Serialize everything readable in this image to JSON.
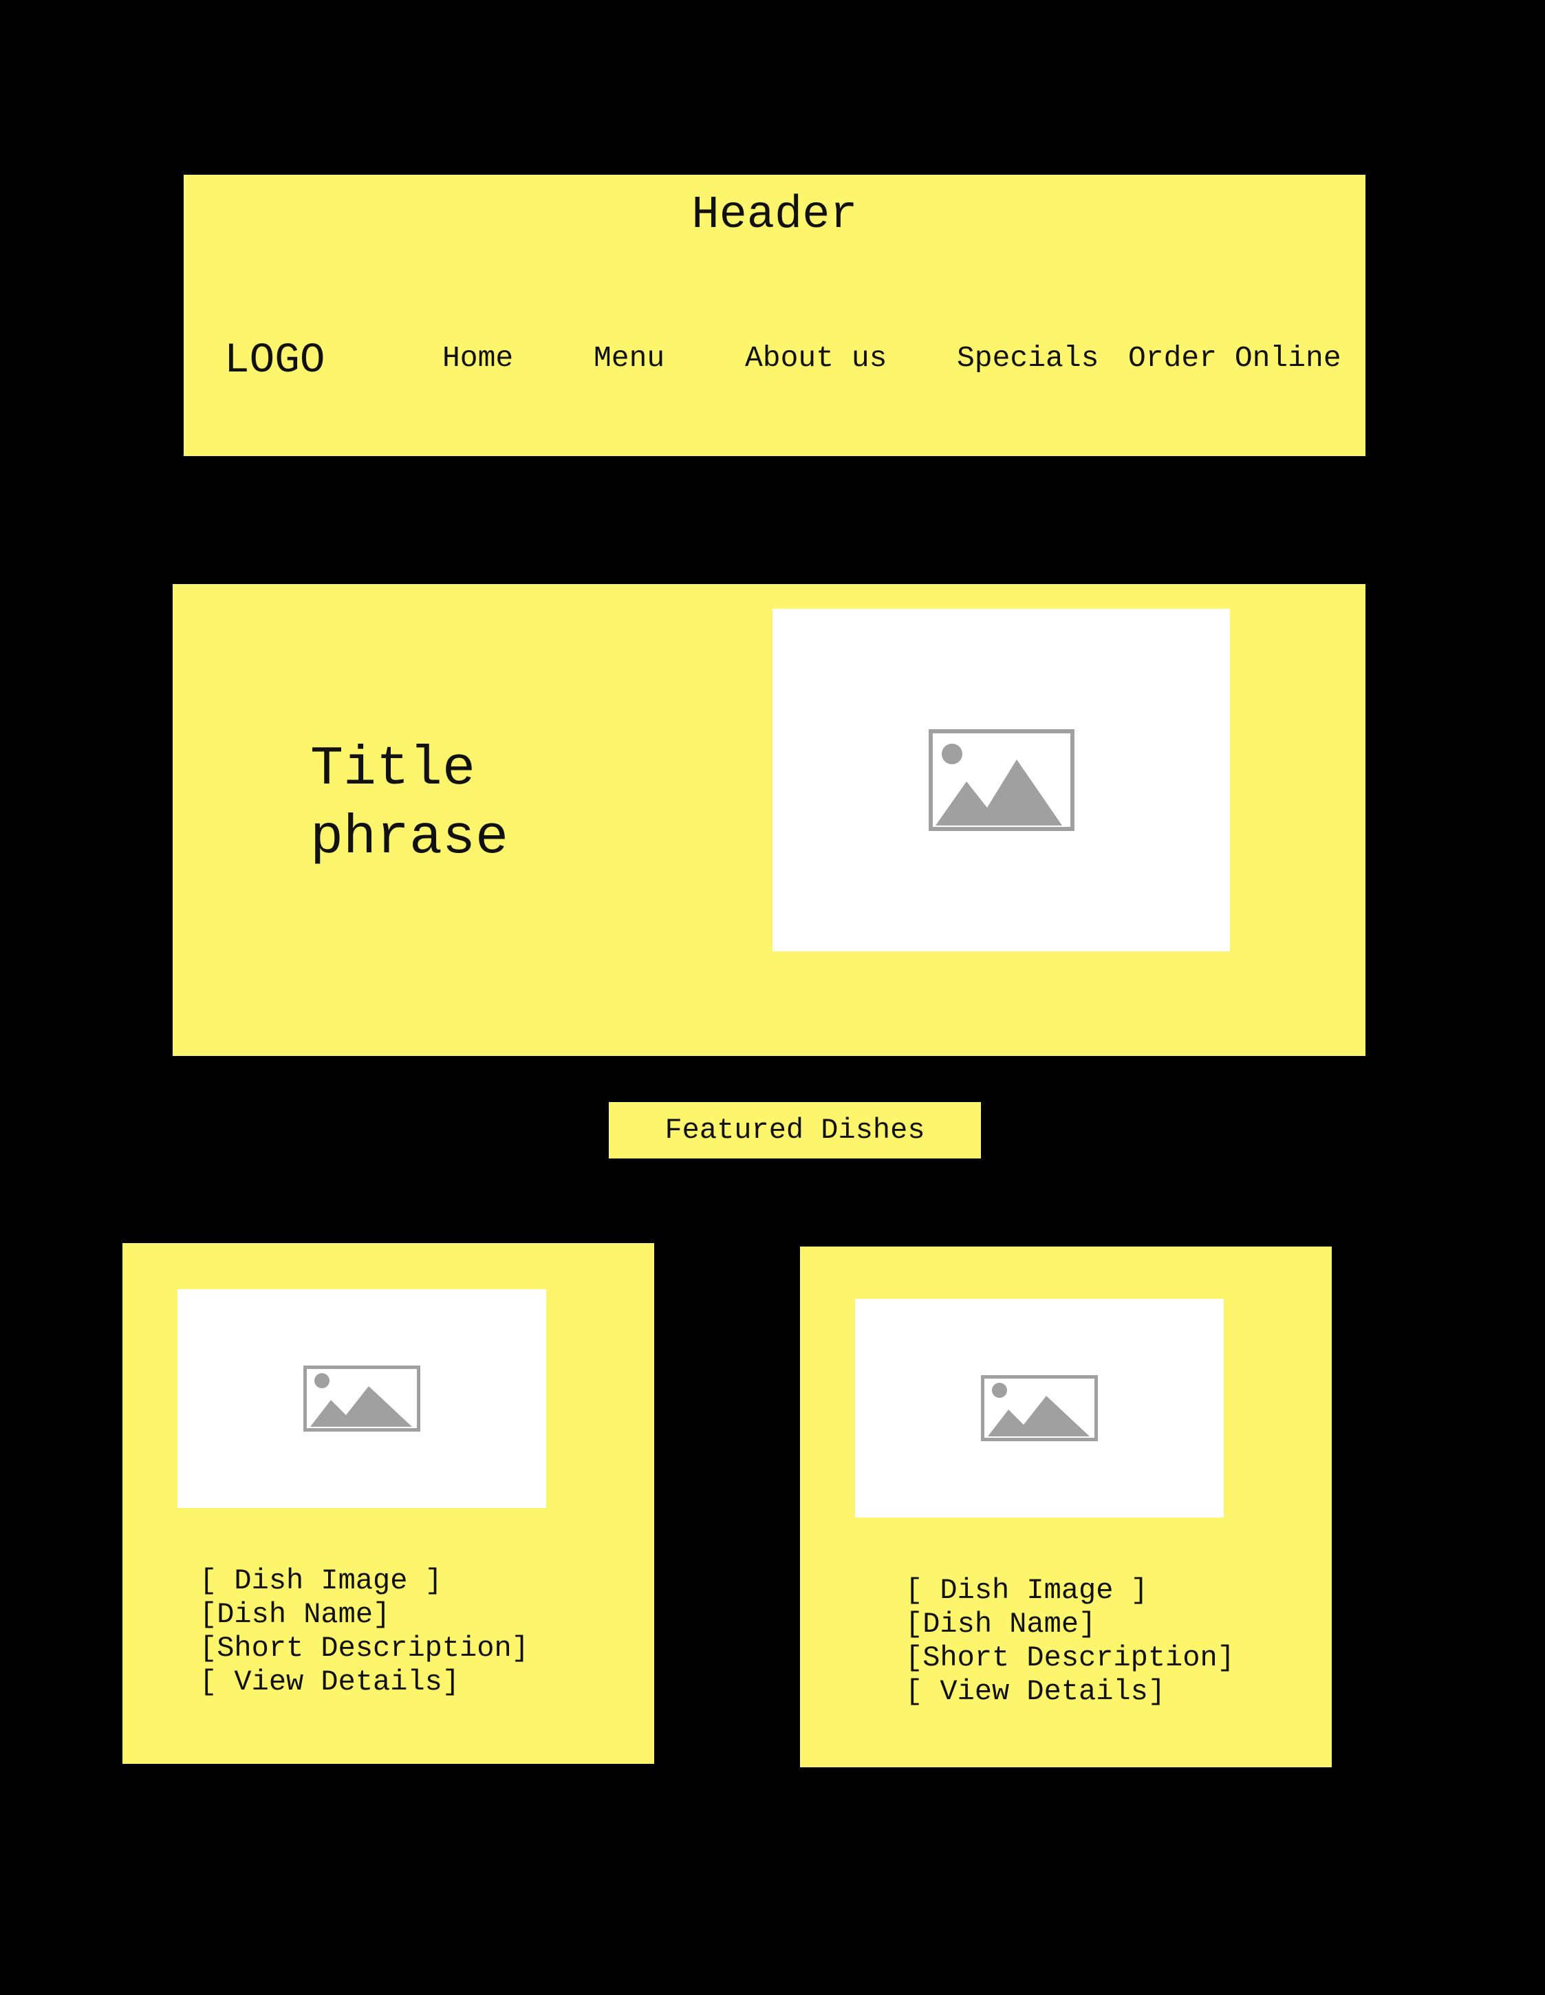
{
  "header": {
    "title": "Header",
    "logo": "LOGO",
    "nav": {
      "home": "Home",
      "menu": "Menu",
      "about": "About us",
      "specials": "Specials",
      "order": "Order Online"
    }
  },
  "hero": {
    "title_line1": "Title",
    "title_line2": "phrase",
    "image_icon": "image-placeholder-icon"
  },
  "featured": {
    "label": "Featured Dishes"
  },
  "cards": [
    {
      "image_icon": "image-placeholder-icon",
      "image_label": "[ Dish Image ]",
      "name": "[Dish Name]",
      "description": "[Short Description]",
      "details": "[ View Details]"
    },
    {
      "image_icon": "image-placeholder-icon",
      "image_label": "[ Dish Image ]",
      "name": "[Dish Name]",
      "description": "[Short Description]",
      "details": "[ View Details]"
    }
  ],
  "colors": {
    "background": "#000000",
    "panel": "#fdf66c",
    "placeholder": "#ffffff",
    "icon": "#a0a0a0"
  }
}
